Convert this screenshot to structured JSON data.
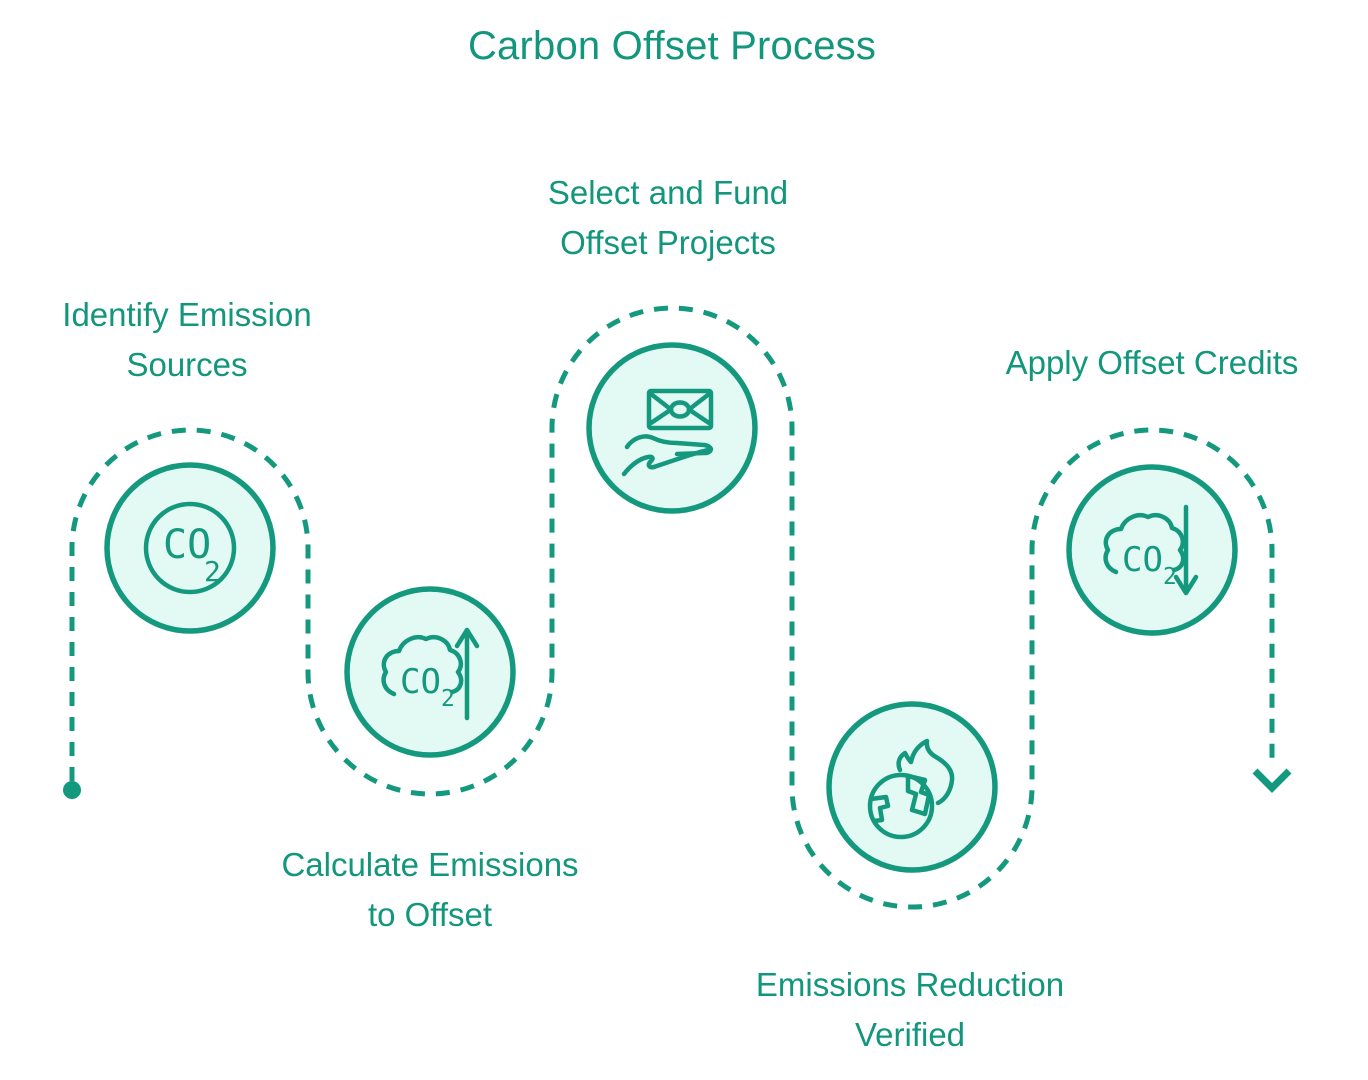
{
  "title": "Carbon Offset Process",
  "colors": {
    "accent": "#14997E",
    "node_fill": "#E2F9F4",
    "text": "#12967C",
    "background": "#FFFFFF"
  },
  "icon_labels": {
    "co2": "CO",
    "sub2": "2"
  },
  "steps": [
    {
      "label": "Identify Emission\nSources",
      "icon": "co2-badge-icon"
    },
    {
      "label": "Calculate Emissions\nto Offset",
      "icon": "co2-cloud-up-arrow-icon"
    },
    {
      "label": "Select and Fund\nOffset Projects",
      "icon": "money-in-hand-icon"
    },
    {
      "label": "Emissions Reduction\nVerified",
      "icon": "burning-earth-icon"
    },
    {
      "label": "Apply Offset Credits",
      "icon": "co2-cloud-down-arrow-icon"
    }
  ]
}
